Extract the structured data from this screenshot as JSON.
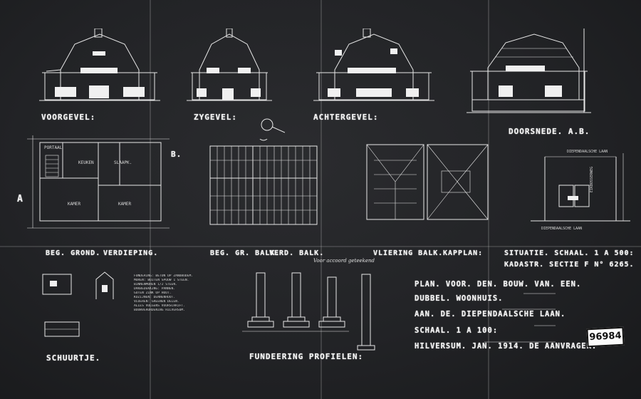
{
  "sheet": {
    "labels": {
      "voorgevel": "VOORGEVEL:",
      "zygevel": "ZYGEVEL:",
      "achtergevel": "ACHTERGEVEL:",
      "doorsnede": "DOORSNEDE. A.B.",
      "beg_grond": "BEG. GROND.",
      "verdieping": "VERDIEPING.",
      "balklaag": "BEG. GR. BALK.",
      "verd_balk": "VERD. BALK.",
      "vliering": "VLIERING BALK.",
      "kapplan": "KAPPLAN:",
      "situatie": "SITUATIE. SCHAAL. 1 A 500:",
      "kadastr": "KADASTR. SECTIE F N° 6265.",
      "schuurtje": "SCHUURTJE.",
      "fundeering": "FUNDEERING PROFIELEN:",
      "marker_a": "A",
      "marker_b": "B."
    },
    "title_block": {
      "line1": "PLAN. VOOR. DEN. BOUW. VAN. EEN.",
      "line2": "DUBBEL. WOONHUIS.",
      "line3": "AAN. DE. DIEPENDAALSCHE LAAN.",
      "line4": "SCHAAL. 1 A 100:",
      "line5": "HILVERSUM. JAN. 1914. DE AANVRAGER:"
    },
    "archive_number": "96984",
    "room_labels": {
      "kamer1": "KAMER",
      "kamer2": "KAMER",
      "slaapk": "SLAAPK.",
      "keuken": "KEUKEN",
      "portaal": "PORTAAL"
    },
    "situatie_labels": {
      "left_road": "DIEPENDAALSCHE LAAN",
      "right_road": "EIKBOSSERWEG",
      "bottom": "DIEPENDAALSCHE LAAN"
    },
    "notes": [
      "FUNDERING: BETON OP ZANDBODEM.",
      "MUREN: BUITEN SPOUW 1 STEEN.",
      "BINNENMUREN 1/2 STEEN.",
      "DAKBEDEKKING: PANNEN.",
      "GOTEN ZINK OP HOUT.",
      "KOZIJNEN: DENNENHOUT.",
      "VLOEREN: GREENEN DELEN.",
      "ALLES VOLGENS VOORSCHRIFT.",
      "BOUWVERORDENING HILVERSUM."
    ],
    "signature": "Voor accoord geteekend"
  }
}
